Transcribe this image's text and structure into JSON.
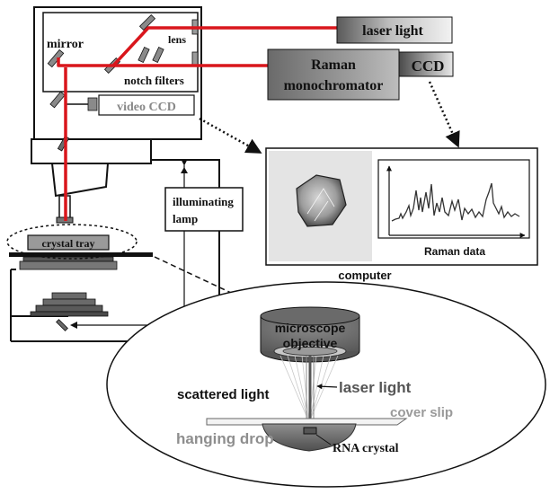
{
  "labels": {
    "laser_light_box": "laser light",
    "mirror": "mirror",
    "lens": "lens",
    "notch_filters": "notch filters",
    "raman_line1": "Raman",
    "raman_line2": "monochromator",
    "ccd": "CCD",
    "video_ccd": "video CCD",
    "illuminating_line1": "illuminating",
    "illuminating_line2": "lamp",
    "crystal_tray": "crystal tray",
    "raman_data": "Raman data",
    "computer": "computer",
    "objective_line1": "microscope",
    "objective_line2": "objective",
    "scattered_light": "scattered light",
    "laser_light_inset": "laser light",
    "cover_slip": "cover slip",
    "hanging_drop": "hanging drop",
    "rna_crystal": "RNA  crystal"
  },
  "colors": {
    "laser": "#d9161c",
    "ink": "#1a1a1a",
    "box_gray": "#7d7d7d",
    "video_ccd_text": "#888888",
    "gray_text": "#9a9a9a"
  }
}
